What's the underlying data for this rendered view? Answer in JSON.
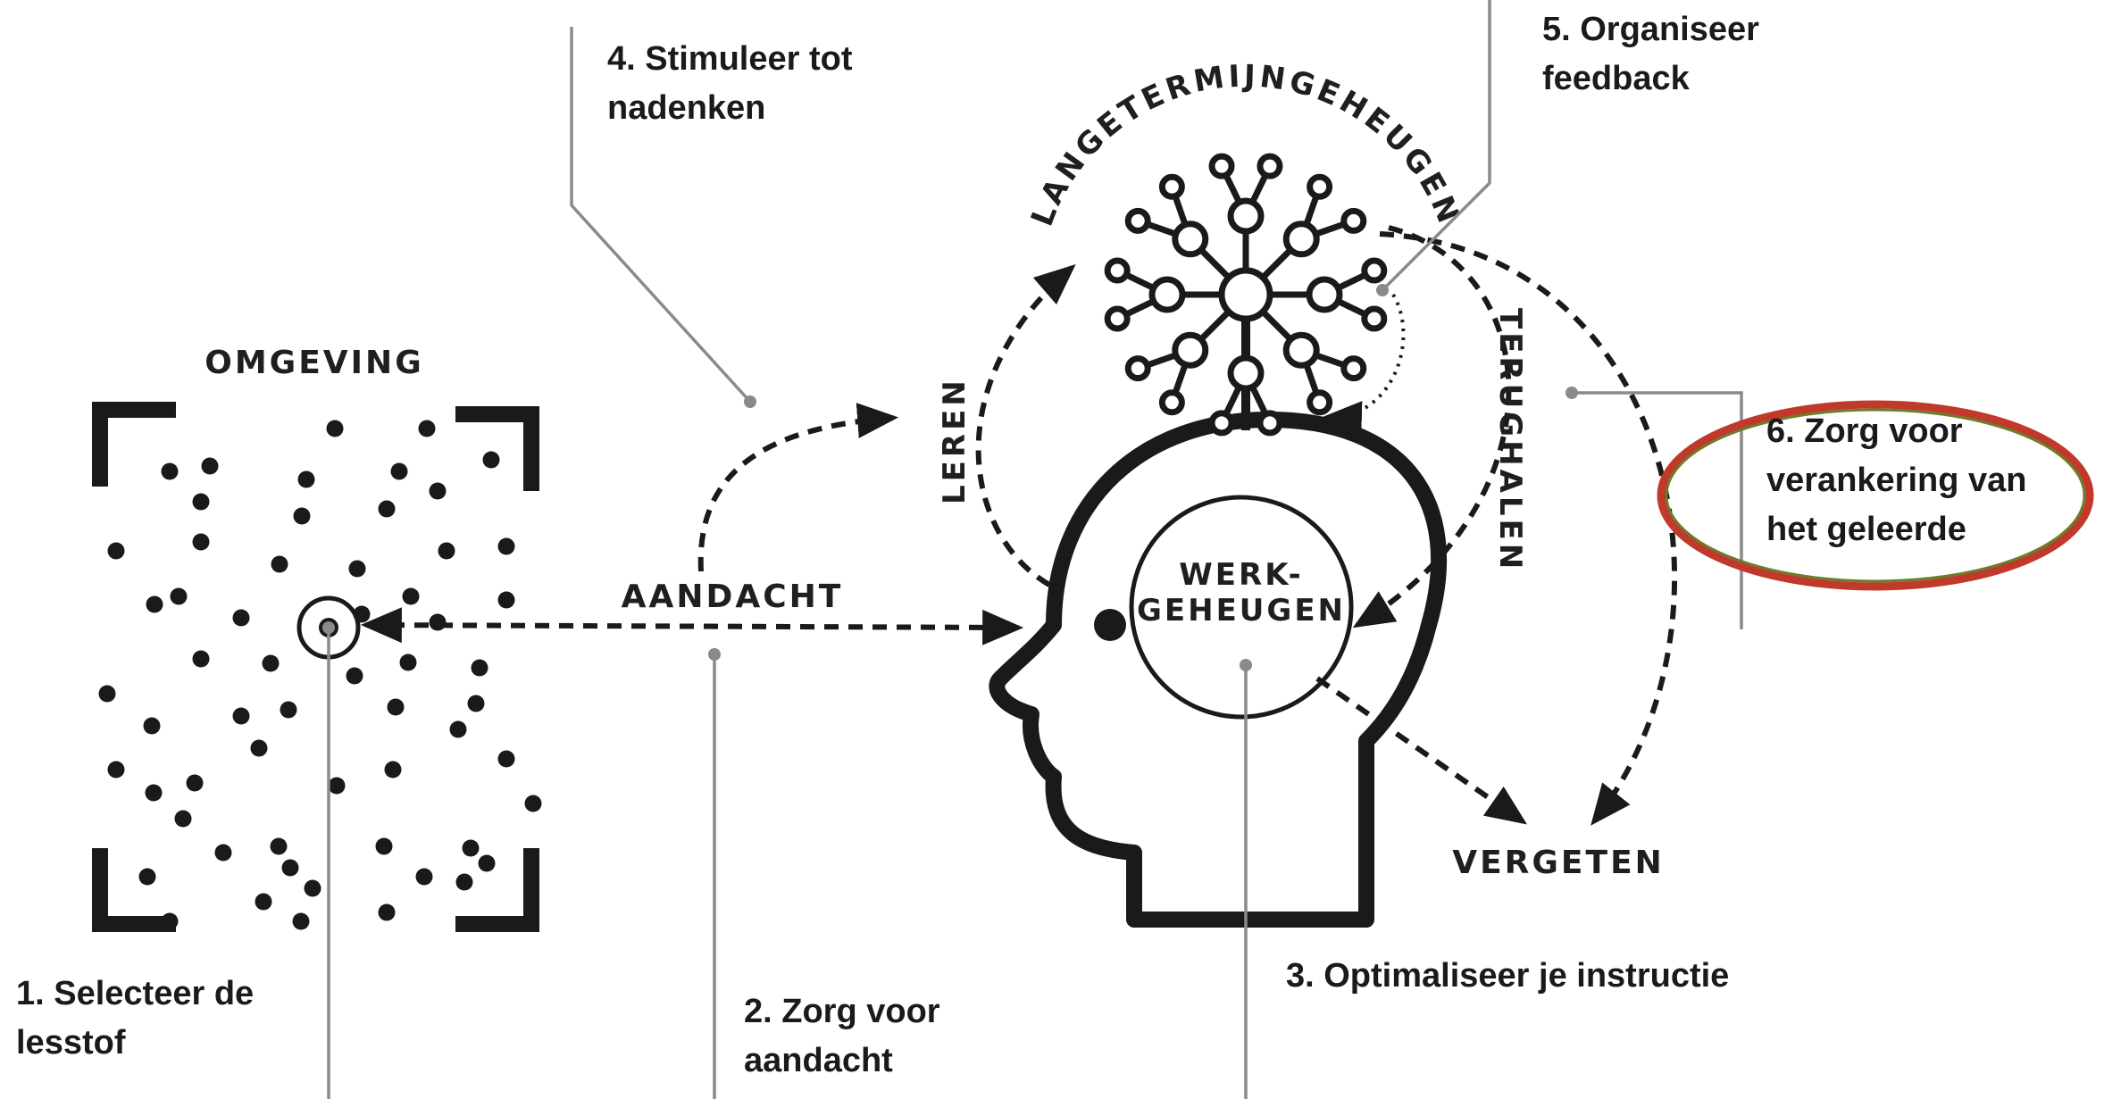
{
  "diagram": {
    "labels": {
      "omgeving": "OMGEVING",
      "aandacht": "AANDACHT",
      "leren": "LEREN",
      "terughalen": "TERUGHALEN",
      "vergeten": "VERGETEN",
      "werkgeheugen_line1": "WERK-",
      "werkgeheugen_line2": "GEHEUGEN",
      "langetermijngeheugen": "LANGETERMIJNGEHEUGEN"
    },
    "steps": {
      "step1_line1": "1. Selecteer de",
      "step1_line2": "lesstof",
      "step2_line1": "2. Zorg voor",
      "step2_line2": "aandacht",
      "step3": "3. Optimaliseer je instructie",
      "step4_line1": "4. Stimuleer tot",
      "step4_line2": "nadenken",
      "step5_line1": "5. Organiseer",
      "step5_line2": "feedback",
      "step6_line1": "6. Zorg voor",
      "step6_line2": "verankering van",
      "step6_line3": "het geleerde"
    },
    "colors": {
      "ink": "#1a1a1a",
      "leader": "#8a8a8a",
      "highlight_outer": "#c0392b",
      "highlight_inner": "#6b7d2a"
    }
  }
}
